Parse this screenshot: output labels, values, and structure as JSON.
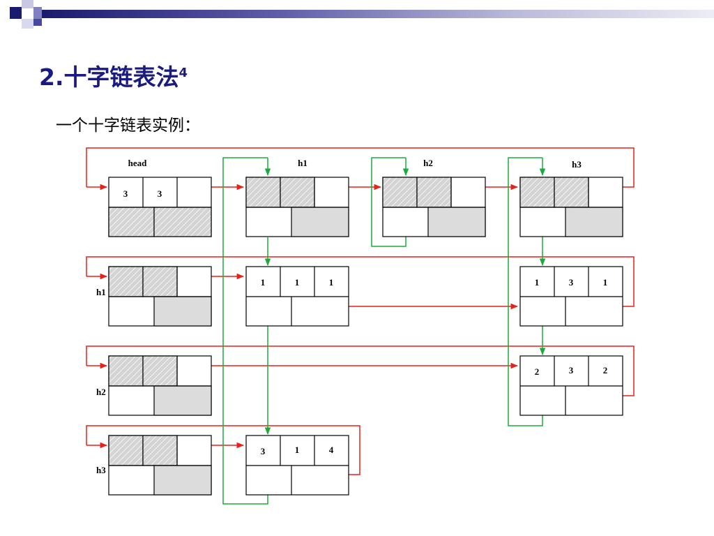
{
  "slide": {
    "title_main": "2.十字链表法",
    "title_sup": "4",
    "subtitle": "一个十字链表实例："
  },
  "labels": {
    "head": "head",
    "col_h1": "h1",
    "col_h2": "h2",
    "col_h3": "h3",
    "row_h1": "h1",
    "row_h2": "h2",
    "row_h3": "h3"
  },
  "head_node": {
    "rows": "3",
    "cols": "3"
  },
  "entries": [
    {
      "row": "1",
      "col": "1",
      "value": "1"
    },
    {
      "row": "1",
      "col": "3",
      "value": "1"
    },
    {
      "row": "2",
      "col": "3",
      "value": "2"
    },
    {
      "row": "3",
      "col": "1",
      "value": "4"
    }
  ],
  "colors": {
    "row_link": "#e8211b",
    "col_link": "#1bab3c",
    "header_bar": "#1a1a6e",
    "title": "#1a1a80",
    "hatch": "#d9d9d9",
    "shade": "#dcdcdc"
  }
}
